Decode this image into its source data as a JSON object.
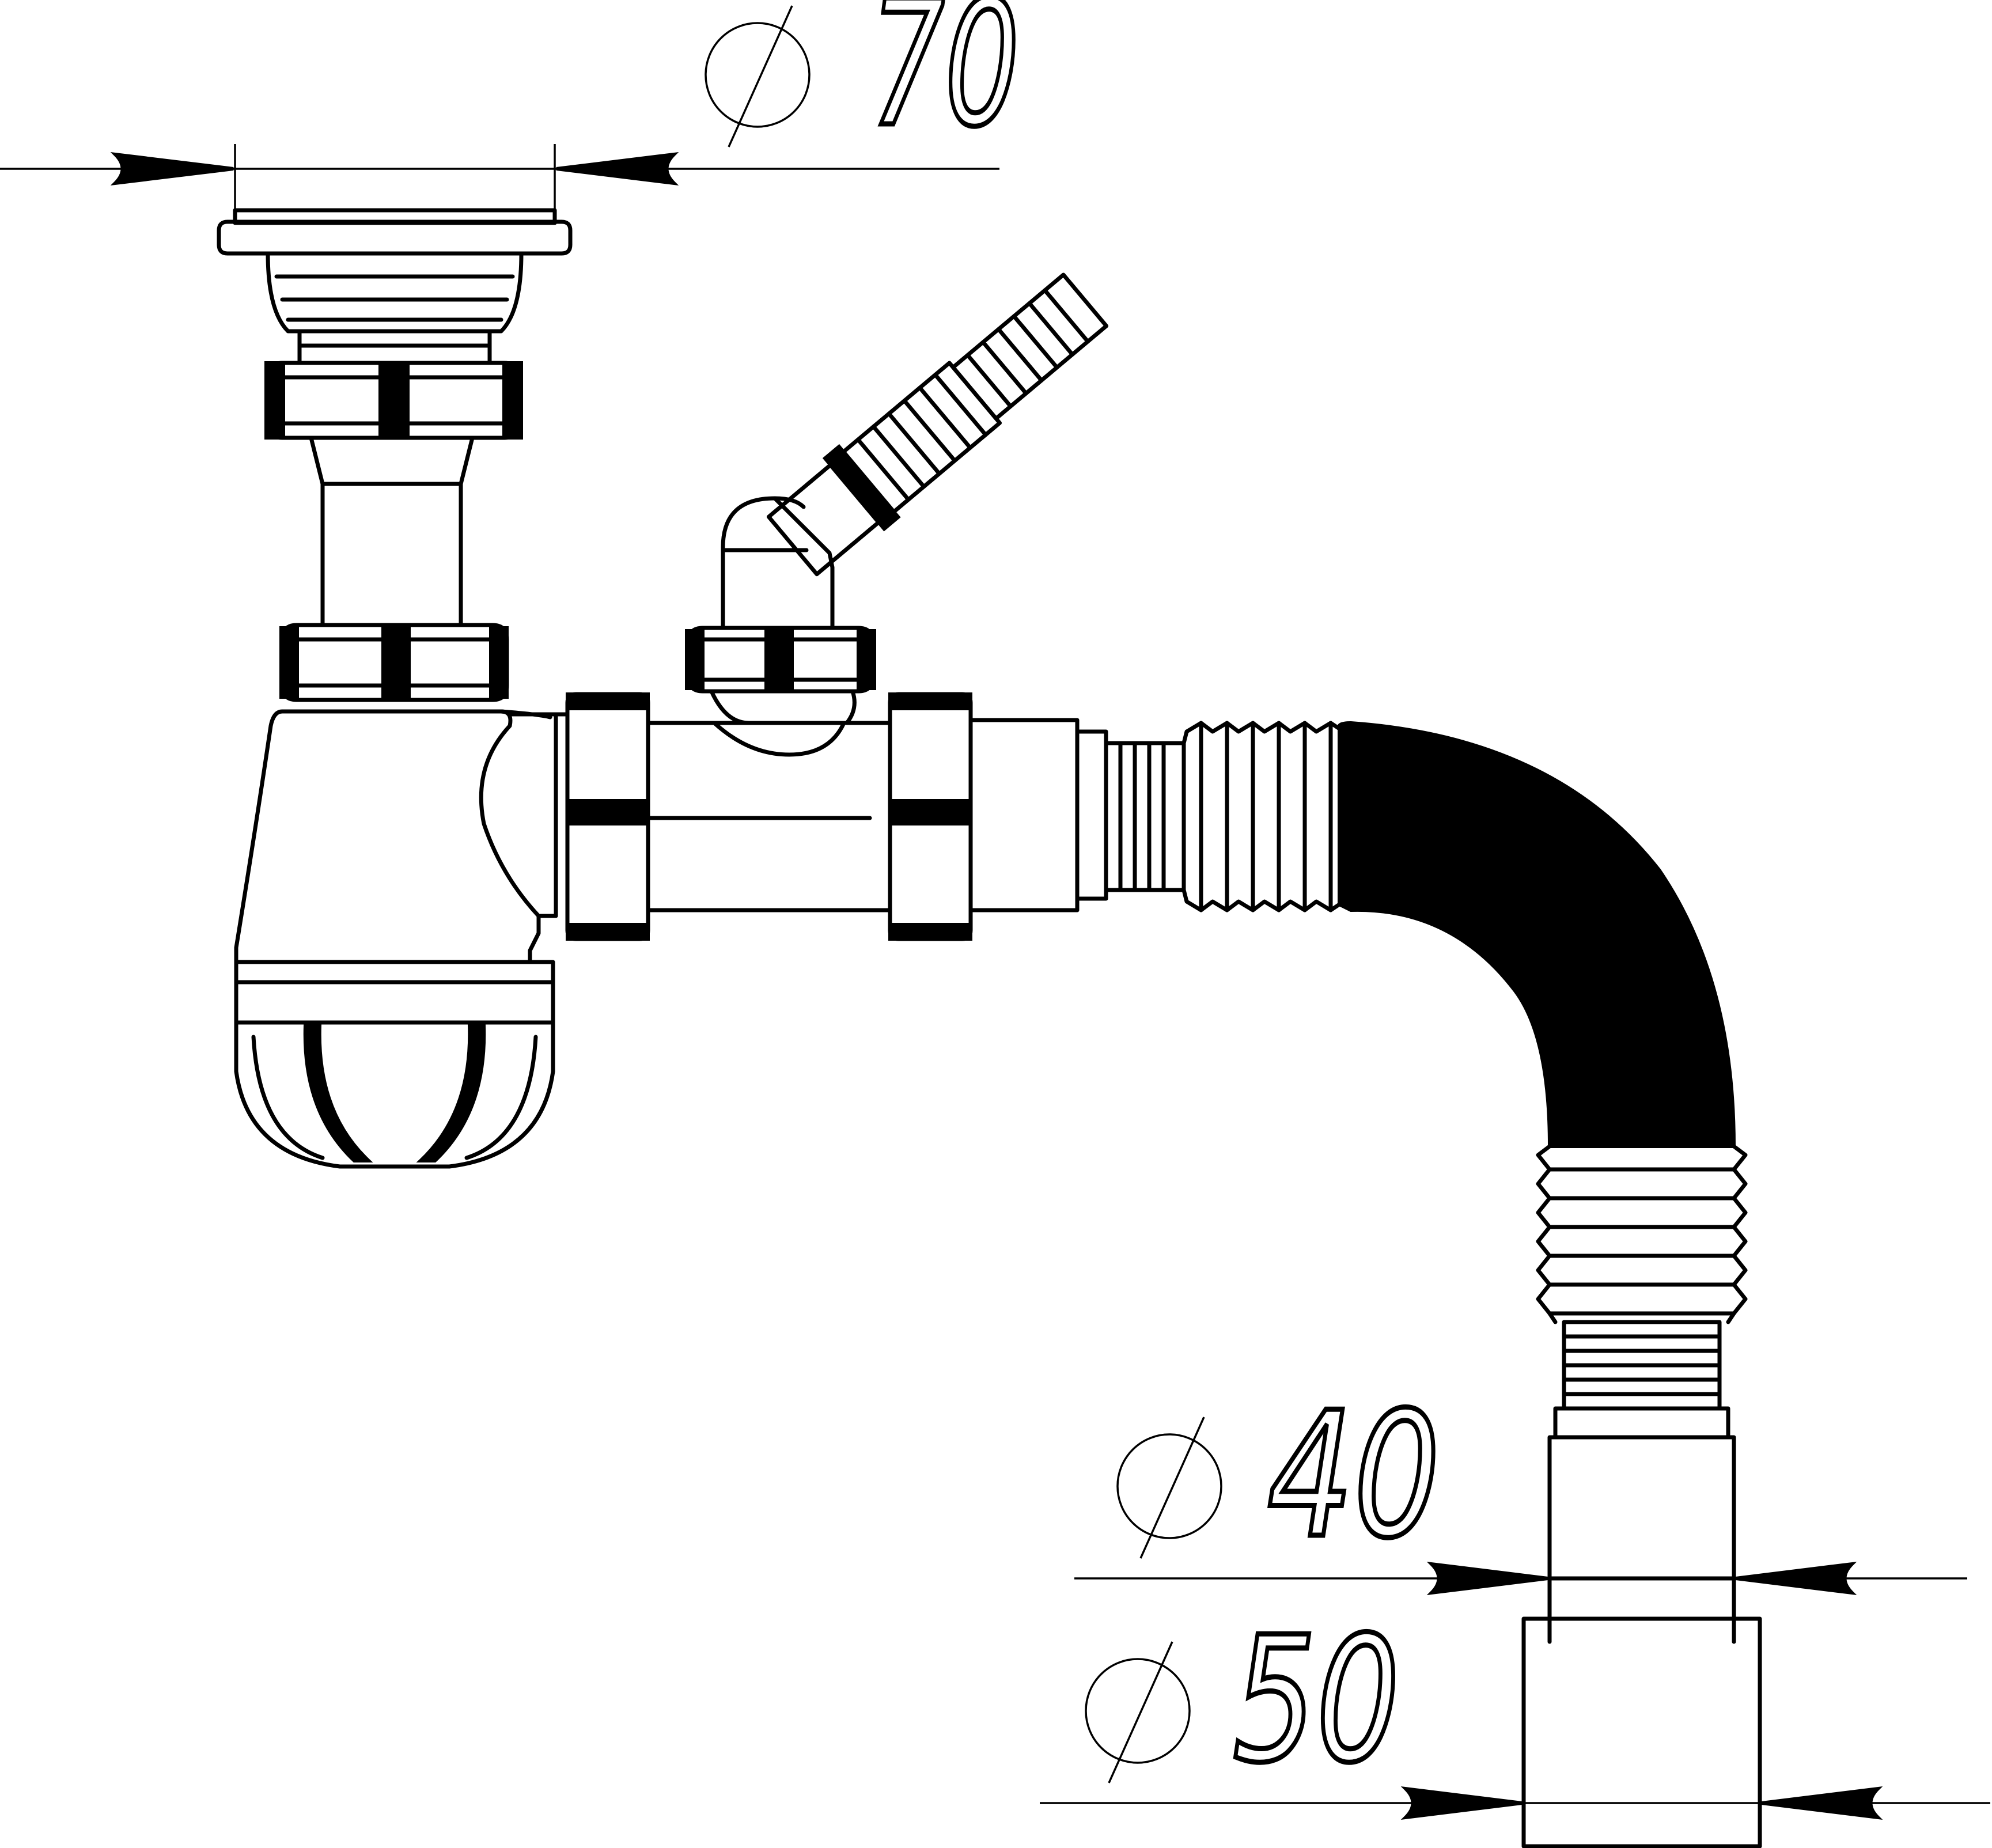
{
  "dimensions": {
    "top_inlet": {
      "symbol": "⌀",
      "value": "70"
    },
    "outlet_inner": {
      "symbol": "⌀",
      "value": "40"
    },
    "outlet_outer": {
      "symbol": "⌀",
      "value": "50"
    }
  },
  "colors": {
    "line": "#000000",
    "background": "#ffffff"
  }
}
